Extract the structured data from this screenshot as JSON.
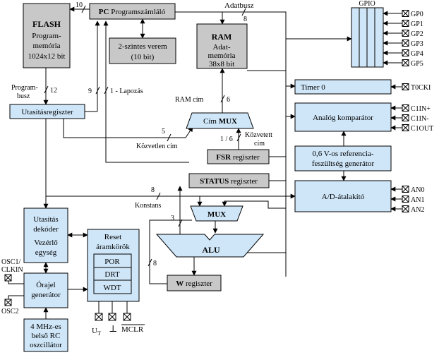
{
  "blocks": {
    "flash": {
      "title": "FLASH",
      "lines": [
        "Program-",
        "memória",
        "1024x12 bit"
      ]
    },
    "pc": {
      "bold": "PC",
      "rest": " Programszámláló"
    },
    "stack": {
      "lines": [
        "2-szintes verem",
        "(10 bit)"
      ]
    },
    "ram": {
      "title": "RAM",
      "lines": [
        "Adat-",
        "memória",
        "38x8 bit"
      ]
    },
    "instr_reg": {
      "label": "Utasításregiszter"
    },
    "addr_mux": {
      "normal": "Cím ",
      "bold": "MUX"
    },
    "fsr": {
      "bold": "FSR",
      "rest": " regiszter"
    },
    "status": {
      "bold": "STATUS",
      "rest": " regiszter"
    },
    "mux": {
      "label": "MUX"
    },
    "alu": {
      "label": "ALU"
    },
    "wreg": {
      "bold": "W",
      "rest": " regiszter"
    },
    "decoder": {
      "lines": [
        "Utasítás",
        "dekóder",
        "Vezérlő",
        "egység"
      ]
    },
    "reset": {
      "title": [
        "Reset",
        "áramkörök"
      ],
      "items": [
        "POR",
        "DRT",
        "WDT"
      ]
    },
    "clockgen": {
      "lines": [
        "Órajel",
        "generátor"
      ]
    },
    "rc_osc": {
      "lines": [
        "4 MHz-es",
        "belső RC",
        "oszcillátor"
      ]
    },
    "gpio": {
      "label": "GPIO"
    },
    "timer0": {
      "label": "Timer 0"
    },
    "comparator": {
      "label": "Analóg komparátor"
    },
    "vref": {
      "lines": [
        "0,6 V-os referencia-",
        "feszültség generátor"
      ]
    },
    "adc": {
      "label": "A/D-átalakító"
    }
  },
  "wire_labels": {
    "adatbusz": "Adatbusz",
    "bus8_top": "8",
    "bus10": "10",
    "programbusz": [
      "Program-",
      "busz"
    ],
    "bus12": "12",
    "bus9": "9",
    "lapozas": "1 - Lapozás",
    "ramcim": "RAM cím",
    "bus6": "6",
    "bus5": "5",
    "kozvetlen_cim": "Közvetlen cím",
    "bus1_6": "1 / 6",
    "kozvetett_cim": [
      "Közvetett",
      "cím"
    ],
    "bus8_mid": "8",
    "konstans": "Konstans",
    "bus3": "3",
    "bus8_w": "8"
  },
  "pins": {
    "gpio": [
      "GP0",
      "GP1",
      "GP2",
      "GP3",
      "GP4",
      "GP5"
    ],
    "timer": [
      "T0CKI"
    ],
    "comparator": [
      "C1IN+",
      "C1IN-",
      "C1OUT"
    ],
    "adc": [
      "AN0",
      "AN1",
      "AN2"
    ],
    "osc1": [
      "OSC1/",
      "CLKIN"
    ],
    "osc2": "OSC2",
    "ut_main": "U",
    "ut_sub": "T",
    "ground": "⊥",
    "mclr": "MCLR"
  },
  "colors": {
    "gray_block": "#c8c8c8",
    "blue_block": "#cfe6f8"
  }
}
